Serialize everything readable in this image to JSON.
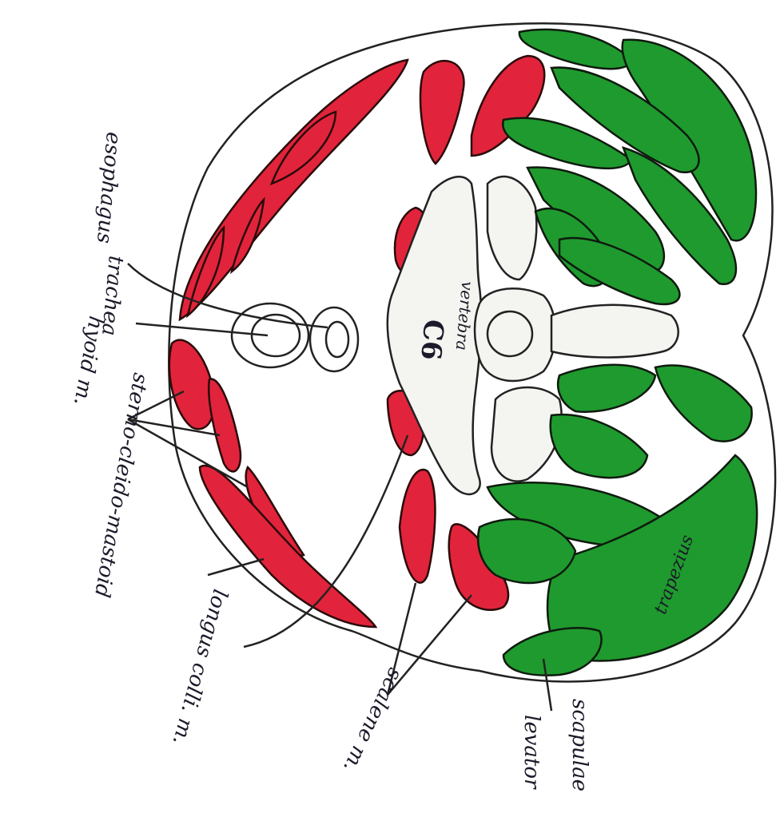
{
  "labels": {
    "esophagus": "esophagus",
    "trachea": "trachea",
    "hyoid": "hyoid m.",
    "sternocleido": "sterno-cleido-mastoid",
    "longus": "longus colli. m.",
    "scalene": "scalene m.",
    "levator_line1": "levator",
    "levator_line2": "scapulae",
    "trapezius": "trapezius",
    "vertebra_number": "C6",
    "vertebra_word": "vertebra"
  },
  "colors": {
    "muscle_anterior": "#e1243b",
    "muscle_posterior": "#1f9a2e",
    "outline": "#222222"
  }
}
